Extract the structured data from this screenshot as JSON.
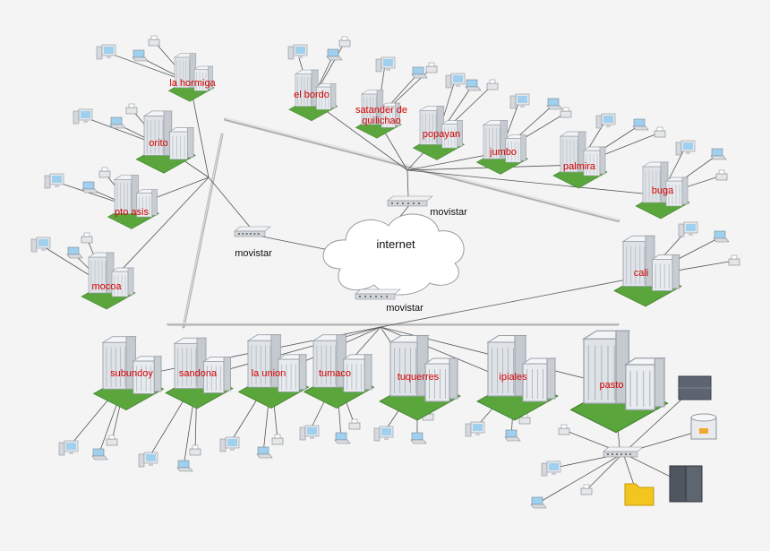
{
  "diagram": {
    "internet_label": "internet",
    "movistar_label": "movistar",
    "nodes": {
      "la_hormiga": "la hormiga",
      "orito": "orito",
      "pto_asis": "pto asis",
      "mocoa": "mocoa",
      "el_bordo": "el bordo",
      "satander": "satander de quilichao",
      "popayan": "popayan",
      "jumbo": "jumbo",
      "palmira": "palmira",
      "buga": "buga",
      "cali": "cali",
      "subundoy": "subundoy",
      "sandona": "sandona",
      "la_union": "la union",
      "tumaco": "tumaco",
      "tuquerres": "tuquerres",
      "ipiales": "ipiales",
      "pasto": "pasto"
    }
  },
  "colors": {
    "label_red": "#d40000",
    "grass": "#5aa63c",
    "building": "#e3e6ea",
    "screen": "#9fd0f0",
    "link": "#555555",
    "bus": "#c8c8c8"
  }
}
